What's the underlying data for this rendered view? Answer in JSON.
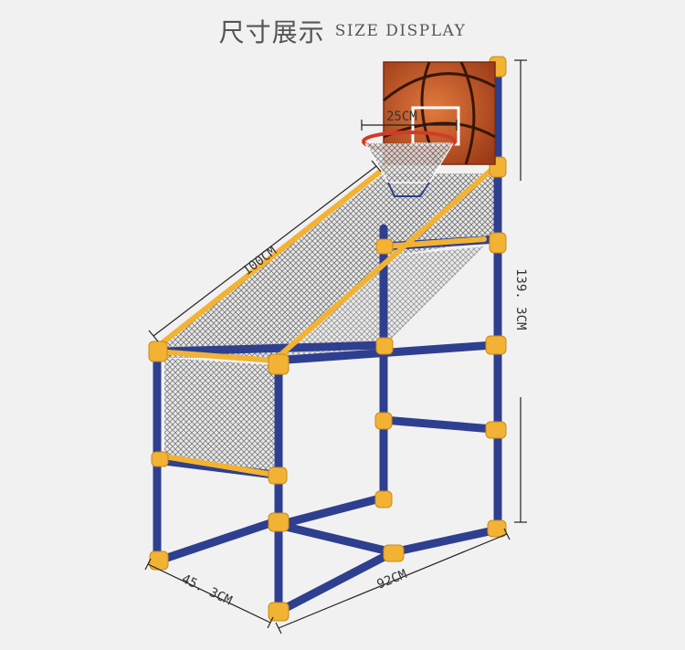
{
  "header": {
    "title_cn": "尺寸展示",
    "title_en": "SIZE DISPLAY"
  },
  "dimensions": {
    "hoop": "25CM",
    "ramp_length": "100CM",
    "height": "139. 3CM",
    "depth": "45. 3CM",
    "width": "92CM"
  },
  "colors": {
    "frame_blue": "#2f3f8f",
    "frame_yellow": "#f2b233",
    "backboard": "#c8552a",
    "rim": "#d23a2a",
    "background": "#f1f1f1"
  }
}
